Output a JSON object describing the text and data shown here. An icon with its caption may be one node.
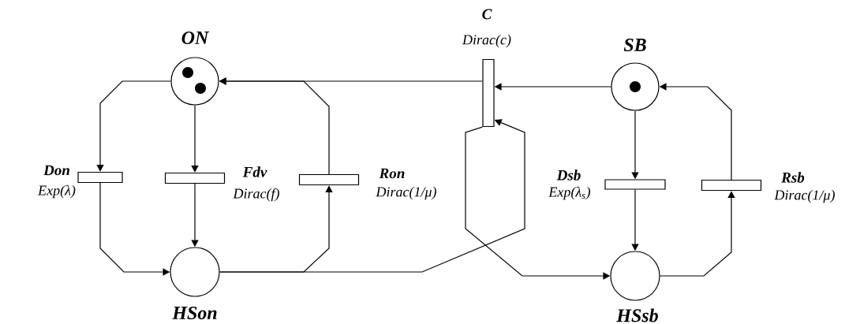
{
  "diagram": {
    "nodes": [
      {
        "text": [
          "ON"
        ]
      },
      {
        "text": [
          "SB"
        ]
      },
      {
        "text": [
          "Don",
          "Exp(λ)"
        ]
      },
      {
        "text": [
          "Fdv",
          "Dirac(f)"
        ]
      },
      {
        "text": [
          "Ron",
          "Dirac(1/μ)"
        ]
      },
      {
        "text": [
          "C",
          "Dirac(c)"
        ]
      },
      {
        "text": [
          "Dsb",
          "Exp(λ$_{s}$)"
        ]
      },
      {
        "text": [
          "Rsb",
          "Dirac(1/μ)"
        ]
      },
      {
        "text": [
          "HSon"
        ]
      },
      {
        "text": [
          "HSsb"
        ]
      }
    ],
    "edges": [
      {
        "from": 0,
        "to": 2,
        "arrow": "to"
      },
      {
        "from": 0,
        "to": 3,
        "arrow": "to"
      },
      {
        "from": 2,
        "to": 8,
        "arrow": "to"
      },
      {
        "from": 3,
        "to": 8,
        "arrow": "to"
      },
      {
        "from": 8,
        "to": 4,
        "arrow": "to"
      },
      {
        "from": 4,
        "to": 0,
        "arrow": "to"
      },
      {
        "from": 5,
        "to": 0,
        "arrow": "to"
      },
      {
        "from": 1,
        "to": 5,
        "arrow": "to"
      },
      {
        "from": 8,
        "to": 5,
        "arrow": "to"
      },
      {
        "from": 5,
        "to": 9,
        "arrow": "to"
      },
      {
        "from": 1,
        "to": 6,
        "arrow": "to"
      },
      {
        "from": 6,
        "to": 9,
        "arrow": "to"
      },
      {
        "from": 9,
        "to": 7,
        "arrow": "to"
      },
      {
        "from": 7,
        "to": 1,
        "arrow": "to"
      }
    ]
  }
}
